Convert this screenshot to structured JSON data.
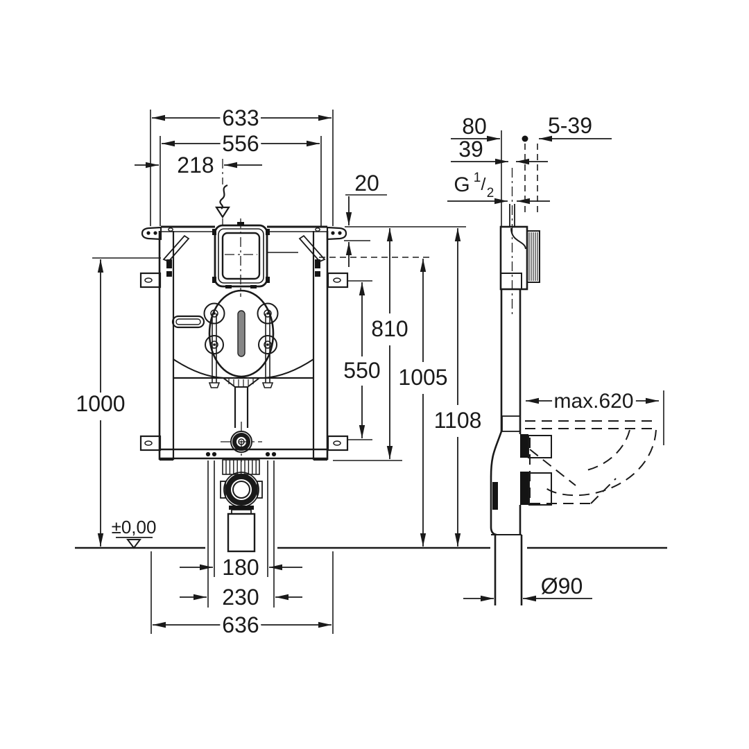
{
  "drawing": {
    "kind": "installation dimension drawing",
    "views": [
      "front elevation",
      "side section"
    ],
    "units_implied": "mm"
  },
  "dims": {
    "top_outer_width": "633",
    "top_frame_width": "556",
    "inlet_offset": "218",
    "top_edge_offset": "20",
    "upper_zone_height": "810",
    "bracket_spacing": "550",
    "rail_height": "1005",
    "total_height": "1108",
    "frame_height": "1000",
    "outlet_inner_width": "180",
    "outlet_outer_width": "230",
    "bottom_outer_width": "636",
    "depth_80": "80",
    "depth_39": "39",
    "wall_finish_range": "5-39",
    "thread_G": "G",
    "thread_num": "1",
    "thread_slash": "/",
    "thread_den": "2",
    "max_bowl_depth": "max.620",
    "outlet_diameter": "Ø90",
    "floor_level": "±0,00"
  }
}
